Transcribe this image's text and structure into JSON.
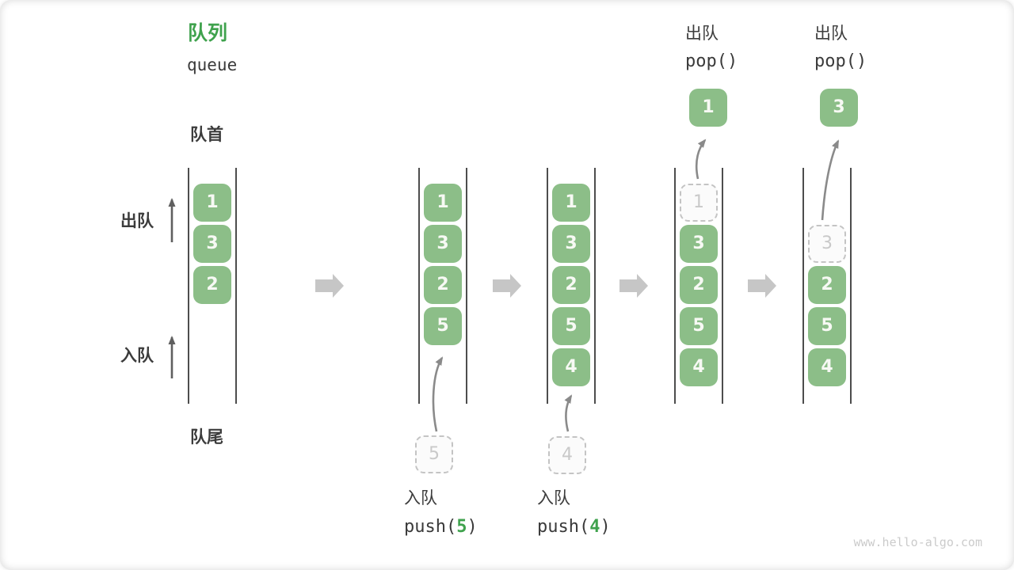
{
  "title": {
    "zh": "队列",
    "en": "queue"
  },
  "side_labels": {
    "front": "队首",
    "rear": "队尾",
    "dequeue": "出队",
    "enqueue": "入队"
  },
  "states": [
    {
      "items": [
        "1",
        "3",
        "2"
      ]
    },
    {
      "items": [
        "1",
        "3",
        "2",
        "5"
      ],
      "incoming": "5"
    },
    {
      "items": [
        "1",
        "3",
        "2",
        "5",
        "4"
      ],
      "incoming": "4"
    },
    {
      "ghost": "1",
      "items": [
        "3",
        "2",
        "5",
        "4"
      ],
      "popped": "1"
    },
    {
      "ghost": "3",
      "items": [
        "2",
        "5",
        "4"
      ],
      "popped": "3"
    }
  ],
  "operations": {
    "push5": {
      "label": "入队",
      "fn": "push(",
      "arg": "5",
      "close": ")"
    },
    "push4": {
      "label": "入队",
      "fn": "push(",
      "arg": "4",
      "close": ")"
    },
    "pop1": {
      "label": "出队",
      "code": "pop()"
    },
    "pop2": {
      "label": "出队",
      "code": "pop()"
    }
  },
  "watermark": "www.hello-algo.com",
  "colors": {
    "accent_green": "#3FA24D",
    "cell_green": "#8CBE88",
    "label_dark": "#3C3C3C",
    "ghost_gray": "#C9C9C9",
    "wall_gray": "#4D4D4D",
    "transition_arrow_gray": "#C6C6C6",
    "pointer_arrow_gray": "#8A8A8A"
  }
}
